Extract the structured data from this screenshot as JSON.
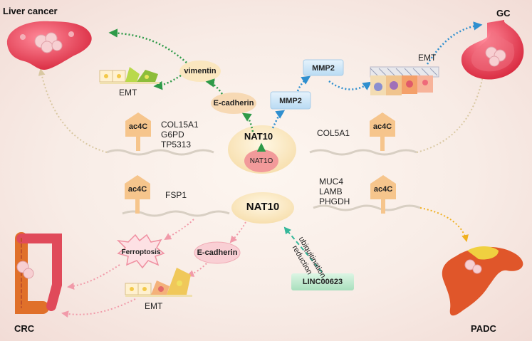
{
  "organs": {
    "liver": "Liver cancer",
    "gastric": "GC",
    "colorectal": "CRC",
    "pancreatic": "PADC"
  },
  "nodes": {
    "nat10_top": "NAT10",
    "nat10_inner": "NAT1O",
    "nat10_center": "NAT10",
    "vimentin": "vimentin",
    "ecadherin_top": "E-cadherin",
    "mmp2_upper": "MMP2",
    "mmp2_lower": "MMP2",
    "ferroptosis": "Ferroptosis",
    "ecadherin_bottom": "E-cadherin",
    "linc": "LINC00623"
  },
  "emt": {
    "liver": "EMT",
    "gastric": "EMT",
    "crc": "EMT"
  },
  "ac4c": {
    "label": "ac4C"
  },
  "genes": {
    "liver": [
      "COL15A1",
      "G6PD",
      "TP5313"
    ],
    "gastric": [
      "COL5A1"
    ],
    "crc": [
      "FSP1"
    ],
    "padc": [
      "MUC4",
      "LAMB",
      "PHGDH"
    ]
  },
  "linc_effect": [
    "ubiquitination",
    "reduction"
  ],
  "colors": {
    "liver_path": "#2e9a48",
    "gastric_path": "#2f8fcf",
    "crc_path": "#ef8fa0",
    "padc_path": "#f0b020",
    "linc_path": "#35b79a",
    "nat10_fill": "#fbe7bf",
    "ac4c_fill": "#f6c58c",
    "mrna_line": "#d8cfc3",
    "mmp2_fill": "#cfe6f7",
    "ecad_fill": "#f7d9b4",
    "vimentin_fill": "#fbe7bf",
    "linc_fill": "#c8ecd4"
  }
}
